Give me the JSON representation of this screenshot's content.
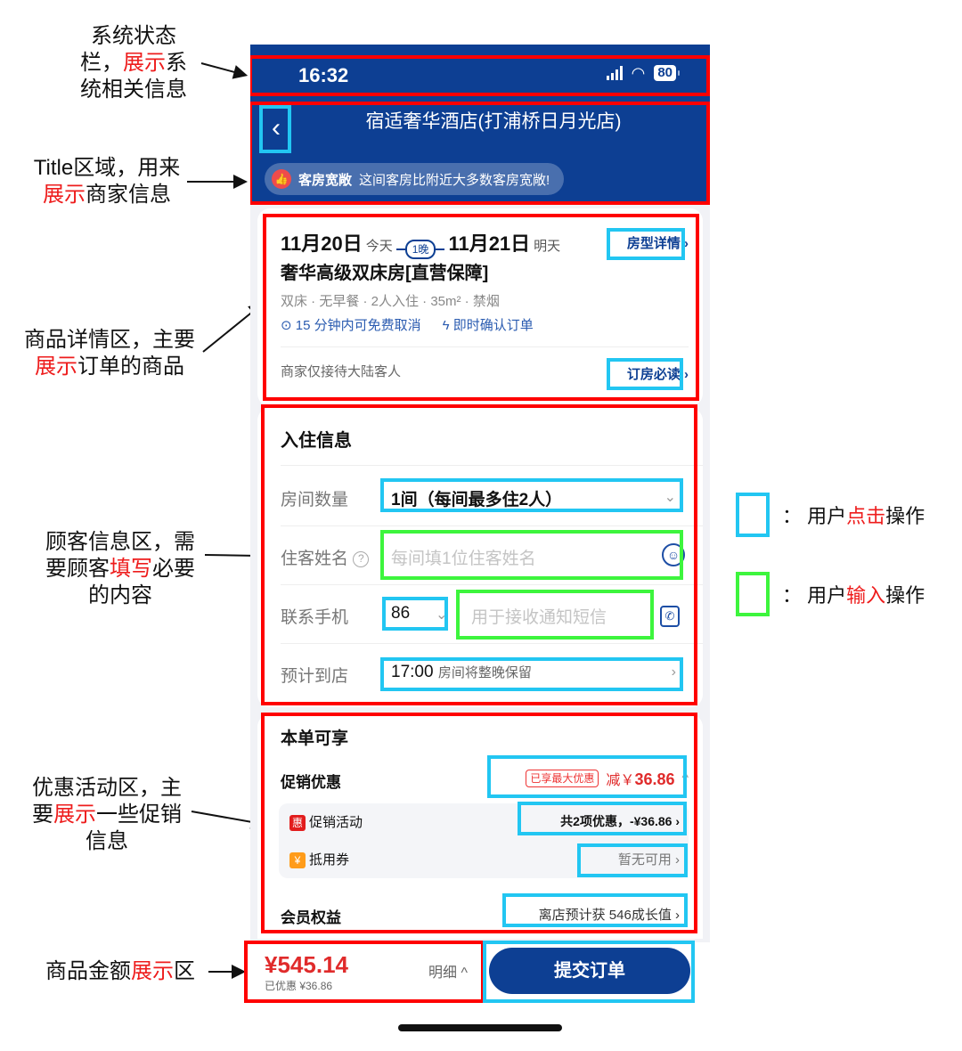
{
  "annotations": {
    "status_bar": {
      "pre": "系统状态\n栏，",
      "red": "展示",
      "post": "系\n统相关信息"
    },
    "title_area": {
      "pre": "Title区域，用来\n",
      "red": "展示",
      "post": "商家信息"
    },
    "product_area": {
      "pre": "商品详情区，主要\n",
      "red": "展示",
      "post": "订单的商品"
    },
    "customer_area": {
      "pre": "顾客信息区，需\n要顾客",
      "red": "填写",
      "post": "必要\n的内容"
    },
    "promo_area": {
      "pre": "优惠活动区，主\n要",
      "red": "展示",
      "post": "一些促销\n信息"
    },
    "amount_area": {
      "pre": "商品金额",
      "red": "展示",
      "post": "区"
    }
  },
  "legend": {
    "click": {
      "pre": "：  用户",
      "red": "点击",
      "post": "操作",
      "color": "#22c6f2"
    },
    "input": {
      "pre": "：  用户",
      "red": "输入",
      "post": "操作",
      "color": "#3df53d"
    }
  },
  "status": {
    "time": "16:32",
    "battery": "80",
    "signal_icon": "signal-icon",
    "wifi_icon": "wifi-icon"
  },
  "header": {
    "back_icon": "chevron-left-icon",
    "title": "宿适奢华酒店(打浦桥日月光店)",
    "badge_label": "客房宽敞",
    "badge_text": "这间客房比附近大多数客房宽敞!"
  },
  "product": {
    "checkin_date": "11月20日",
    "checkin_day": "今天",
    "nights": "1晚",
    "checkout_date": "11月21日",
    "checkout_day": "明天",
    "room_detail_link": "房型详情 ›",
    "room_name": "奢华高级双床房[直营保障]",
    "facilities": "双床 · 无早餐 · 2人入住 · 35m² · 禁烟",
    "perk_cancel": "15 分钟内可免费取消",
    "perk_confirm": "即时确认订单",
    "notice": "商家仅接待大陆客人",
    "booking_notice_link": "订房必读 ›"
  },
  "guest_form": {
    "section_title": "入住信息",
    "rooms_label": "房间数量",
    "rooms_value": "1间（每间最多住2人）",
    "name_label": "住客姓名",
    "name_placeholder": "每间填1位住客姓名",
    "phone_label": "联系手机",
    "country_code": "86",
    "phone_placeholder": "用于接收通知短信",
    "arrival_label": "预计到店",
    "arrival_time": "17:00",
    "arrival_note": "房间将整晚保留"
  },
  "promotions": {
    "section_title": "本单可享",
    "promo_label": "促销优惠",
    "max_tag": "已享最大优惠",
    "discount_prefix": "减￥",
    "discount_amount": "36.86",
    "activity_icon": "惠",
    "activity_label": "促销活动",
    "activity_value": "共2项优惠，-¥36.86 ›",
    "coupon_icon": "¥",
    "coupon_label": "抵用券",
    "coupon_value": "暂无可用 ›",
    "member_label": "会员权益",
    "member_value": "离店预计获 546成长值 ›"
  },
  "footer": {
    "total": "¥545.14",
    "saved": "已优惠 ¥36.86",
    "detail_label": "明细 ^",
    "submit_label": "提交订单"
  },
  "colors": {
    "brand": "#0d3f93",
    "price_red": "#e02b2b",
    "annotation_red": "#ff0000",
    "click_blue": "#22c6f2",
    "input_green": "#3df53d"
  }
}
